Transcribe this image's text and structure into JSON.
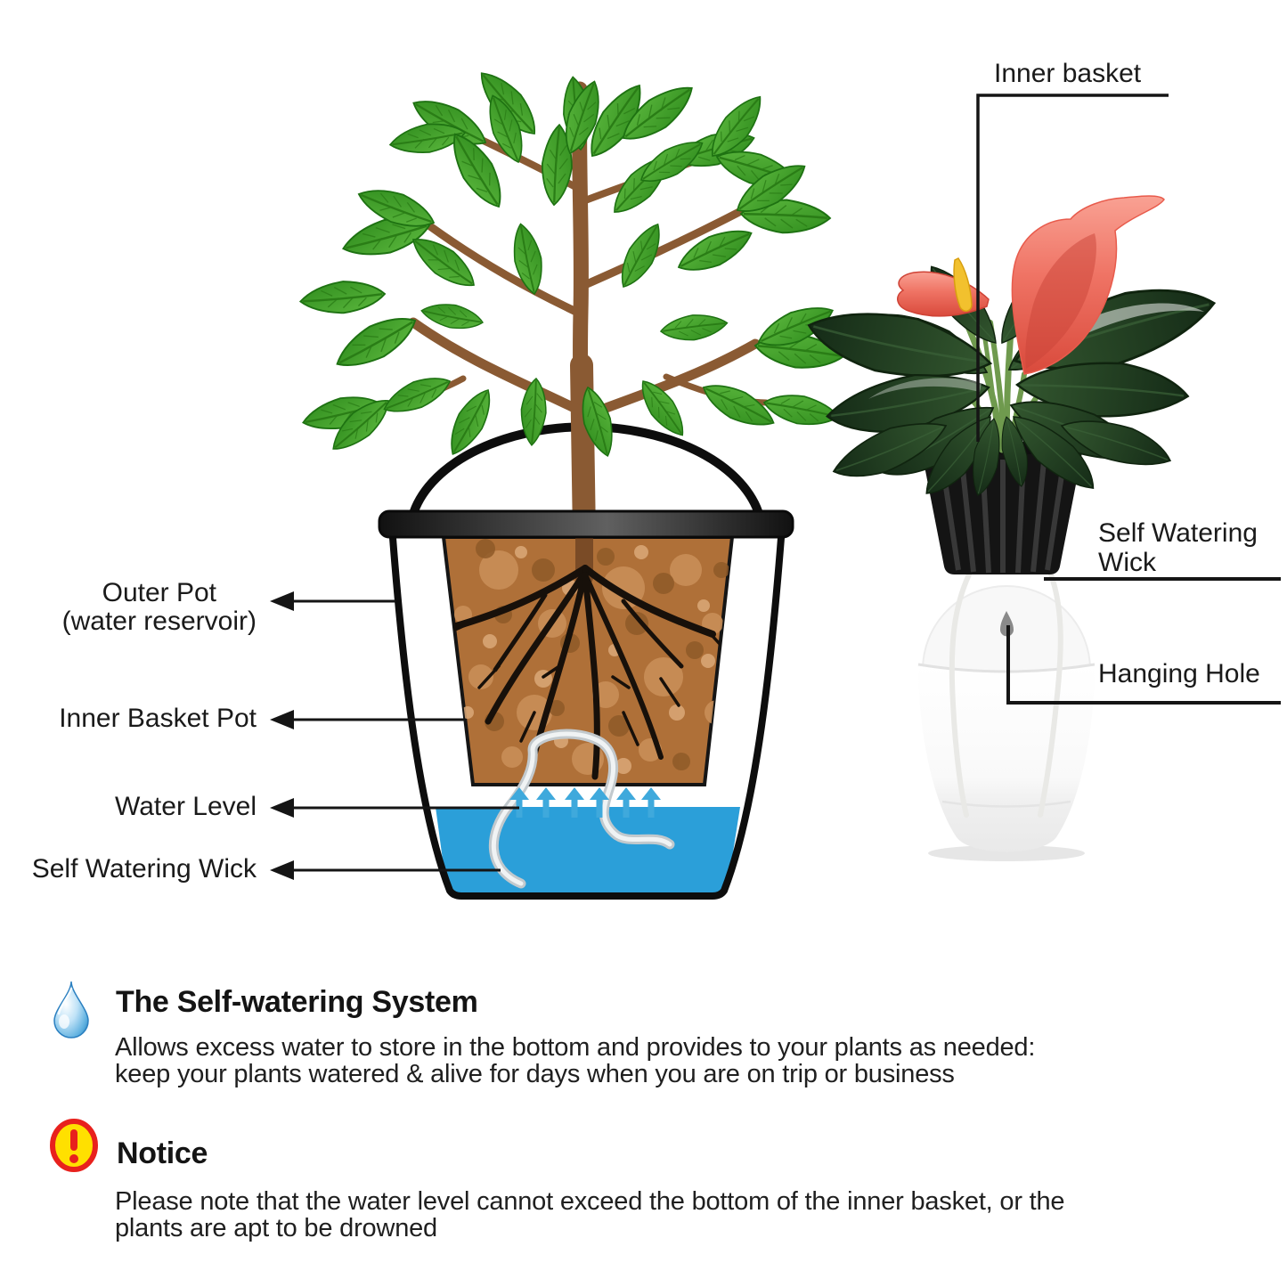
{
  "diagram_left": {
    "labels": {
      "outer_pot_line1": "Outer Pot",
      "outer_pot_line2": "(water reservoir)",
      "inner_basket_pot": "Inner Basket Pot",
      "water_level": "Water Level",
      "self_watering_wick": "Self Watering Wick"
    }
  },
  "diagram_right": {
    "labels": {
      "inner_basket": "Inner basket",
      "self_watering_wick_line1": "Self Watering",
      "self_watering_wick_line2": "Wick",
      "hanging_hole": "Hanging Hole"
    }
  },
  "sections": {
    "self_watering_system": {
      "icon": "water-drop-icon",
      "title": "The Self-watering System",
      "body_line1": "Allows excess water to store in the bottom and provides to your plants as needed:",
      "body_line2": "keep your plants watered & alive for days when you are on trip or business"
    },
    "notice": {
      "icon": "warning-icon",
      "title": "Notice",
      "body_line1": "Please note that the water level cannot exceed the bottom of the inner basket, or the",
      "body_line2": "plants are apt to be drowned"
    }
  },
  "colors": {
    "water": "#2B9FD9",
    "water_arrow": "#3FA9DC",
    "soil": "#AF7038",
    "leaf_green": "#3FA32C",
    "dark_leaf_green": "#1C3A1E",
    "flower_red": "#E85B4C",
    "trunk_brown": "#8A5A33",
    "notice_yellow": "#FFE000",
    "notice_red": "#E8211D",
    "label_text": "#1A1A1A"
  }
}
